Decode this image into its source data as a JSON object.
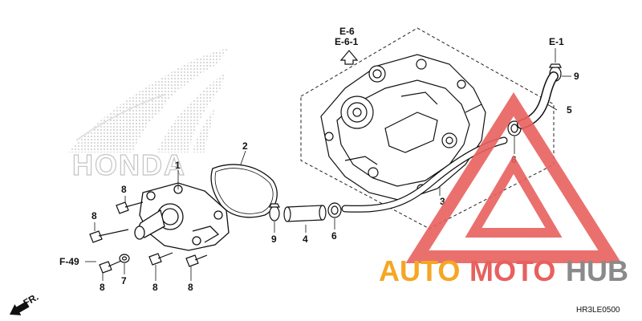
{
  "brand": {
    "honda_wordmark": "HONDA",
    "honda_color": "#c9c9c9"
  },
  "watermark": {
    "part1": "AUTO",
    "part2": "MOTO",
    "part3": "HUB",
    "color_orange": "#f5a623",
    "color_red": "#e8605e",
    "color_gray": "#8a8a8a"
  },
  "references": {
    "engine_ref_line1": "E-6",
    "engine_ref_line2": "E-6-1",
    "hose_ref": "E-1",
    "cover_ref": "F-49",
    "front_indicator": "FR."
  },
  "callouts": {
    "c1": "1",
    "c2": "2",
    "c3": "3",
    "c4": "4",
    "c5": "5",
    "c6a": "6",
    "c6b": "6",
    "c7": "7",
    "c8a": "8",
    "c8b": "8",
    "c8c": "8",
    "c8d": "8",
    "c8e": "8",
    "c9a": "9",
    "c9b": "9"
  },
  "diagram_code": "HR3LE0500"
}
